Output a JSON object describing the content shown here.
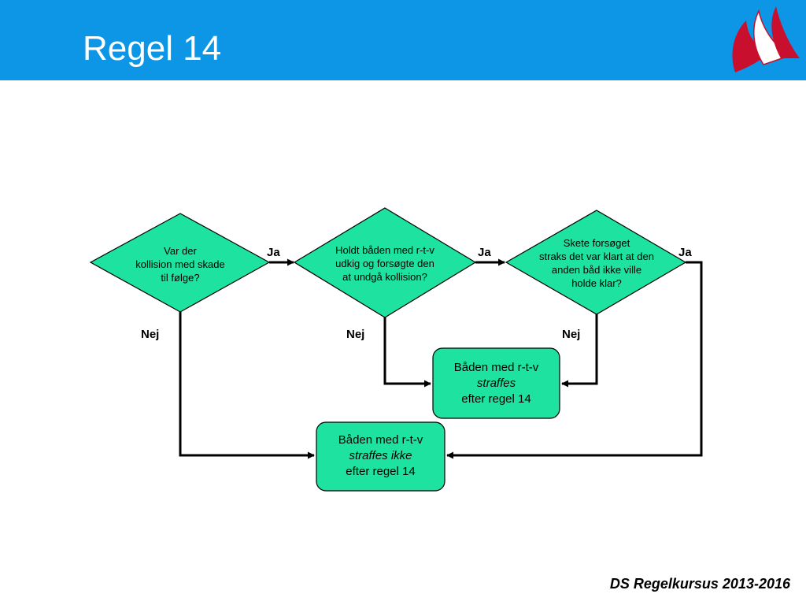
{
  "header": {
    "title": "Regel 14",
    "bg_color": "#0d95e6",
    "logo_icon": "sailboat-logo-icon"
  },
  "flowchart": {
    "nodes": {
      "q1": {
        "type": "decision",
        "lines": [
          "Var der",
          "kollision med skade",
          "til følge?"
        ]
      },
      "q2": {
        "type": "decision",
        "lines": [
          "Holdt båden med r-t-v",
          "udkig og forsøgte den",
          "at undgå kollision?"
        ]
      },
      "q3": {
        "type": "decision",
        "lines": [
          "Skete forsøget",
          "straks det var klart at den",
          "anden båd ikke ville",
          "holde klar?"
        ]
      },
      "r1": {
        "type": "result",
        "line1": "Båden med r-t-v",
        "line2": "straffes",
        "line3": "efter regel 14"
      },
      "r2": {
        "type": "result",
        "line1": "Båden med r-t-v",
        "line2": "straffes ikke",
        "line3": "efter regel 14"
      }
    },
    "edges": [
      {
        "from": "q1",
        "to": "q2",
        "label": "Ja"
      },
      {
        "from": "q2",
        "to": "q3",
        "label": "Ja"
      },
      {
        "from": "q3",
        "to": "r2",
        "label": "Ja"
      },
      {
        "from": "q1",
        "to": "r2",
        "label": "Nej"
      },
      {
        "from": "q2",
        "to": "r1",
        "label": "Nej"
      },
      {
        "from": "q3",
        "to": "r1",
        "label": "Nej"
      }
    ],
    "fill_color": "#1de2a0",
    "stroke_color": "#000000"
  },
  "footer": {
    "text": "DS Regelkursus 2013-2016"
  }
}
